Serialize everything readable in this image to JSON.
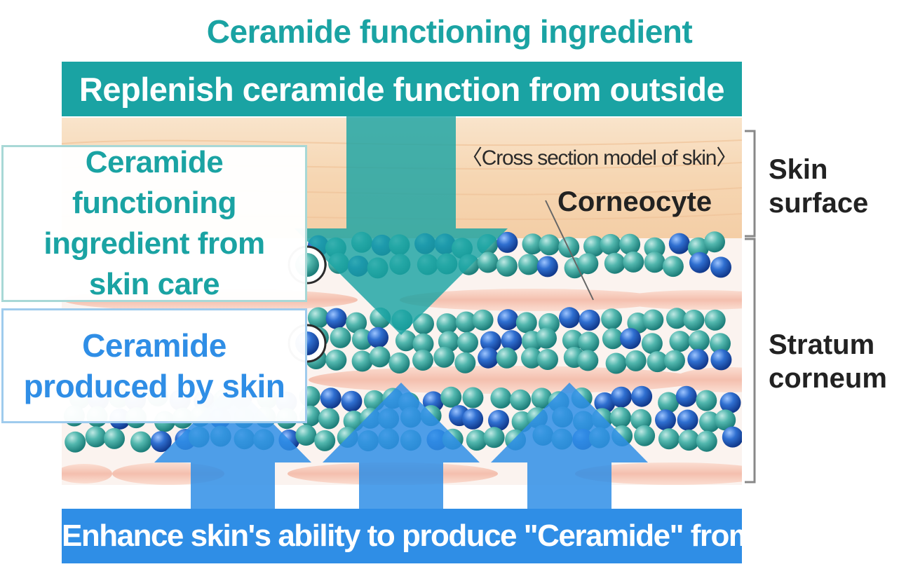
{
  "title": "Ceramide functioning ingredient",
  "top_banner": "Replenish ceramide function from outside",
  "bottom_banner": "Enhance skin's ability to produce \"Ceramide\" from within",
  "cross_section_label": "〈Cross section model of skin〉",
  "corneocyte_label": "Corneocyte",
  "legend": {
    "skincare_lines": [
      "Ceramide functioning",
      "ingredient from",
      "skin care"
    ],
    "produced_lines": [
      "Ceramide",
      "produced by skin"
    ]
  },
  "right_labels": {
    "skin_surface": [
      "Skin",
      "surface"
    ],
    "stratum_corneum": [
      "Stratum",
      "corneum"
    ]
  },
  "colors": {
    "teal": "#1aa3a3",
    "blue": "#2f8ee6",
    "skin_tan": "#f7d9b8",
    "corneocyte_pink": "#f6c9ba",
    "ceramide_teal_ball": "#3aa7a0",
    "ceramide_blue_ball": "#1f5fc0"
  },
  "icons": [
    "teal-ceramide-ball-icon",
    "blue-ceramide-ball-icon",
    "down-arrow-icon",
    "up-arrow-icon",
    "bracket-icon"
  ]
}
